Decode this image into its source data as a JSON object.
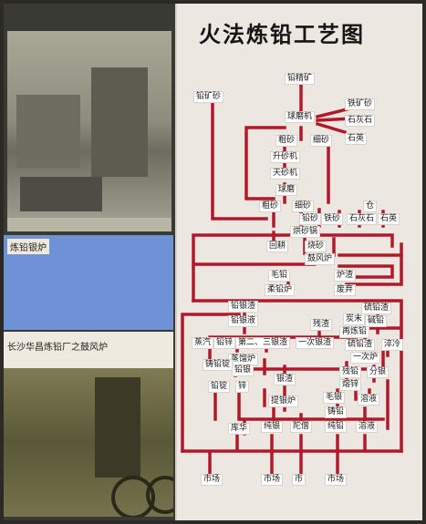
{
  "title": "火法炼铅工艺图",
  "captions": {
    "photo_top": "炼铅银炉",
    "photo_bottom": "长沙华昌炼铅厂之鼓风炉"
  },
  "nodes": {
    "n1": "铅精矿",
    "n2": "铅矿砂",
    "n3": "铁矿砂",
    "n4": "球磨机",
    "n5": "石灰石",
    "n6": "粗砂",
    "n7": "细砂",
    "n8": "石英",
    "n9": "升砂机",
    "n10": "天砂机",
    "n11": "球磨",
    "n12": "粗砂",
    "n13": "细砂",
    "n14": "仓",
    "n15": "铅砂",
    "n16": "铁砂",
    "n17": "石灰石",
    "n18": "石英",
    "n19": "烘砂锅",
    "n20": "回耕",
    "n21": "烧砂",
    "n22": "鼓风炉",
    "n23": "毛铅",
    "n24": "炉渣",
    "n25": "柔铅炉",
    "n26": "废弃",
    "n27": "铅银渣",
    "n28": "硫铅渣",
    "n29": "铅银液",
    "n30": "炭末",
    "n31": "碱铅",
    "n32": "残渣",
    "n33": "再炼铅",
    "n34": "蒸汽",
    "n35": "铅锌",
    "n36": "第二、三银渣",
    "n37": "一次银渣",
    "n38": "硫铅渣",
    "n39": "蒸馏炉",
    "n40": "一次炉",
    "n41": "淬冷",
    "n42": "铸铅锭",
    "n43": "锌",
    "n44": "铅银",
    "n45": "分银",
    "n46": "残铅",
    "n47": "铅锭",
    "n48": "锌",
    "n49": "银渣",
    "n50": "熔锌",
    "n51": "提银炉",
    "n52": "毛银",
    "n53": "溶液",
    "n54": "铸铅",
    "n55": "库华",
    "n56": "纯银",
    "n57": "陀僧",
    "n58": "纯铅",
    "n59": "溶液",
    "n60": "市场",
    "n61": "市场",
    "n62": "市",
    "n63": "市场"
  },
  "line_color": "#b3182a"
}
